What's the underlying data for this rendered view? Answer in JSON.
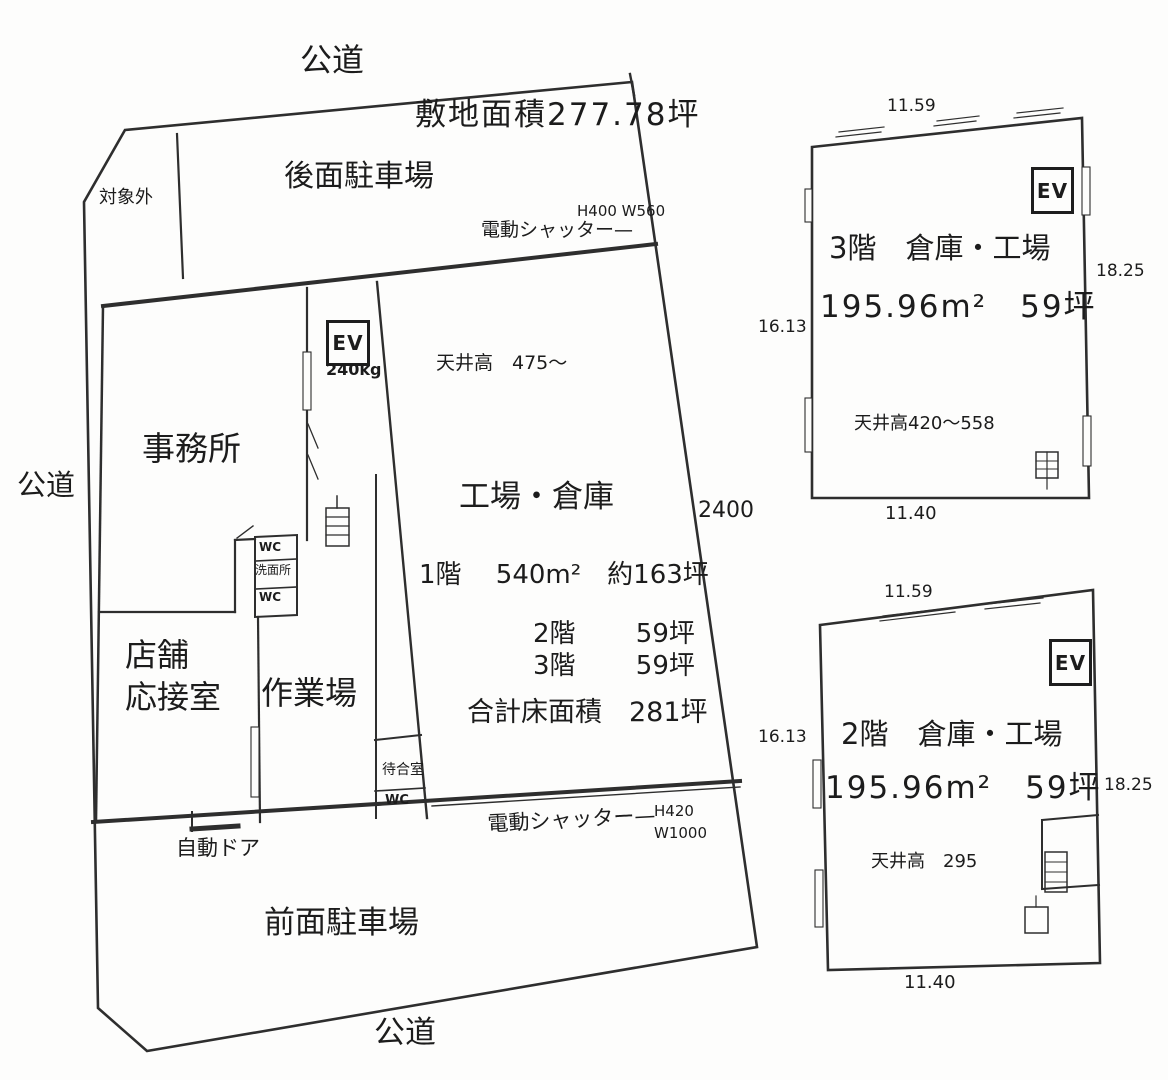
{
  "site_plan": {
    "road_top": "公道",
    "road_left": "公道",
    "road_bottom": "公道",
    "site_area": "敷地面積277.78坪",
    "rear_parking": "後面駐車場",
    "front_parking": "前面駐車場",
    "excluded": "対象外",
    "dim_right": "2400",
    "top_shutter": {
      "size": "H400  W560",
      "label": "電動シャッター—"
    },
    "bottom_shutter": {
      "label": "電動シャッター—",
      "height": "H420",
      "width": "W1000"
    },
    "elevator": {
      "label": "EV",
      "capacity": "240kg"
    },
    "rooms": {
      "office": "事務所",
      "factory_warehouse": "工場・倉庫",
      "shop": "店舗",
      "reception_room": "応接室",
      "workshop": "作業場",
      "wc_upper": "WC",
      "washroom": "洗面所",
      "wc_lower": "WC",
      "waiting_room": "待合室",
      "wc_waiting": "WC",
      "auto_door": "自動ドア",
      "ceiling_height": "天井高　475～"
    },
    "floor_areas": {
      "floor1": "1階　 540m²　約163坪",
      "floor2": "2階　　 59坪",
      "floor3": "3階　　 59坪",
      "total": "合計床面積　281坪"
    }
  },
  "floor3_plan": {
    "title": "3階　倉庫・工場",
    "area": "195.96m²　59坪",
    "ceiling": "天井高420～558",
    "elevator": "EV",
    "dim_top": "11.59",
    "dim_bottom": "11.40",
    "dim_left": "16.13",
    "dim_right": "18.25"
  },
  "floor2_plan": {
    "title": "2階　倉庫・工場",
    "area": "195.96m²　59坪",
    "ceiling": "天井高　295",
    "elevator": "EV",
    "dim_top": "11.59",
    "dim_bottom": "11.40",
    "dim_left": "16.13",
    "dim_right": "18.25"
  }
}
